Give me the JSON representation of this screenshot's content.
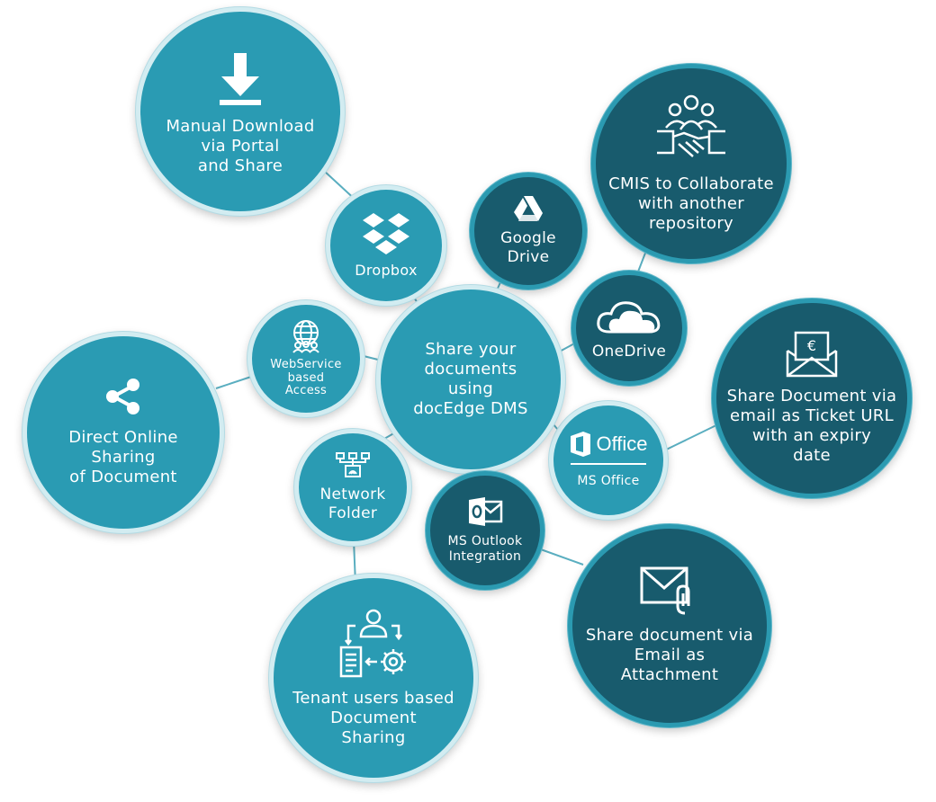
{
  "center": {
    "label": "Share your\ndocuments\nusing\ndocEdge DMS"
  },
  "nodes": {
    "manual_download": {
      "label": "Manual Download\nvia Portal\nand Share",
      "icon": "download-icon"
    },
    "dropbox": {
      "label": "Dropbox",
      "icon": "dropbox-icon"
    },
    "google_drive": {
      "label": "Google\nDrive",
      "icon": "google-drive-icon"
    },
    "cmis": {
      "label": "CMIS to Collaborate\nwith another\nrepository",
      "icon": "handshake-team-icon"
    },
    "onedrive": {
      "label": "OneDrive",
      "icon": "cloud-icon"
    },
    "ticket_url": {
      "label": "Share Document via\nemail as Ticket URL\nwith an expiry\ndate",
      "icon": "euro-envelope-icon"
    },
    "ms_office": {
      "label": "MS Office",
      "icon": "office-logo-icon",
      "logo_text": "Office"
    },
    "outlook": {
      "label": "MS Outlook\nIntegration",
      "icon": "outlook-icon"
    },
    "attachment": {
      "label": "Share document via\nEmail as\nAttachment",
      "icon": "envelope-attachment-icon"
    },
    "tenant": {
      "label": "Tenant users based\nDocument\nSharing",
      "icon": "user-workflow-icon"
    },
    "network_folder": {
      "label": "Network\nFolder",
      "icon": "network-icon"
    },
    "direct_online": {
      "label": "Direct Online\nSharing\nof Document",
      "icon": "share-icon"
    },
    "webservice": {
      "label": "WebService\nbased\nAccess",
      "icon": "globe-users-icon"
    }
  },
  "colors": {
    "light": "#2a9bb3",
    "dark": "#185b6d",
    "connector": "#5aaec0",
    "text": "#ffffff"
  }
}
